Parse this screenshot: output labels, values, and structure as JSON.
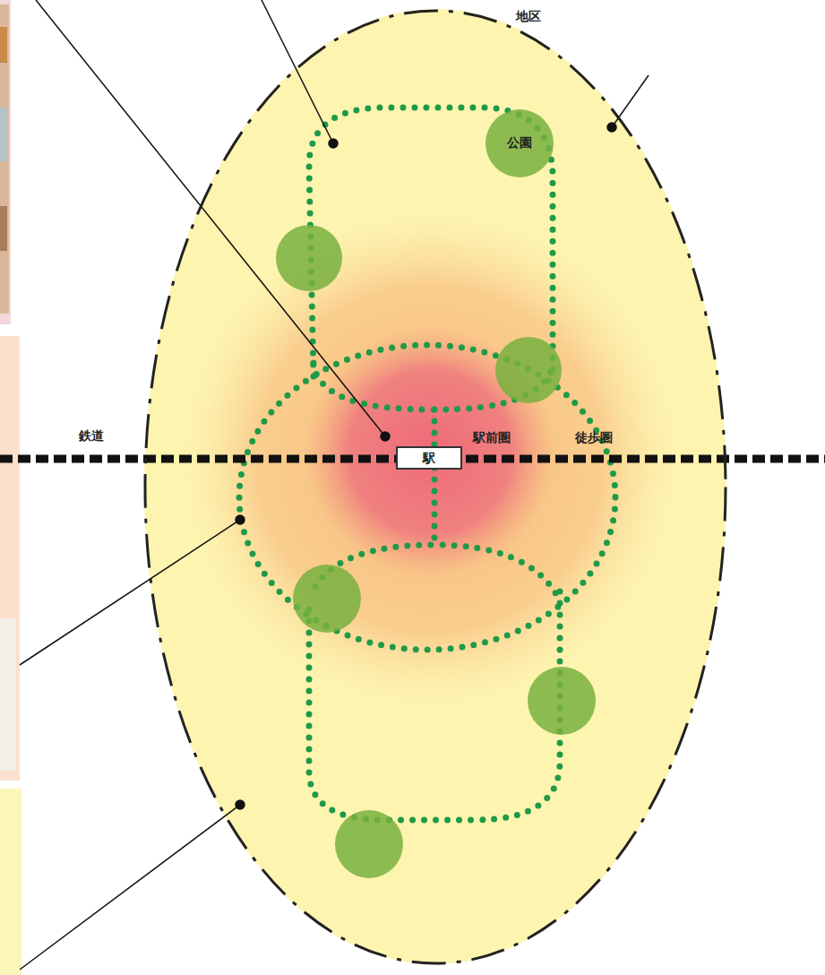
{
  "diagram": {
    "nodes": [
      {
        "text": [
          "地区"
        ]
      },
      {
        "text": [
          "公園"
        ],
        "in": 0
      },
      {
        "text": [
          "駅"
        ],
        "in": 0
      }
    ],
    "labels": [
      "鉄道",
      "駅前圏",
      "徒歩圏"
    ]
  }
}
